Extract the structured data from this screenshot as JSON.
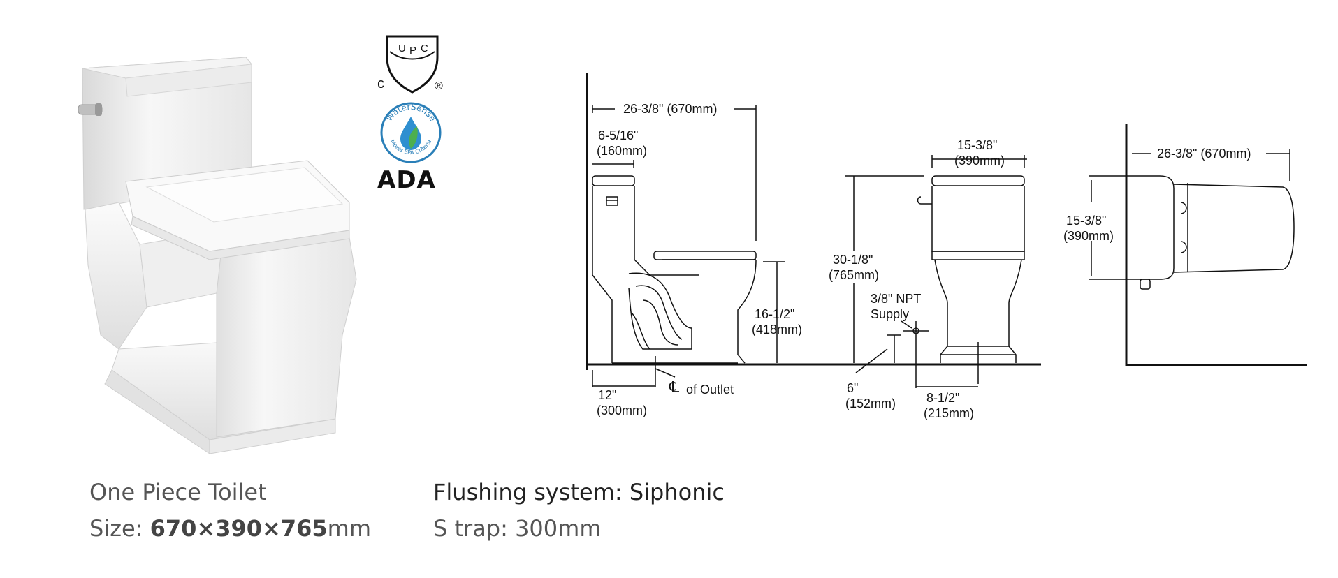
{
  "logos": {
    "upc": {
      "letters": [
        "U",
        "P",
        "C"
      ],
      "c_mark": "c",
      "registered": "®"
    },
    "watersense": {
      "top_text": "WaterSense",
      "bottom_text": "Meets EPA Criteria"
    },
    "ada": "ADA"
  },
  "side_view": {
    "overall_length": "26-3/8\" (670mm)",
    "tank_depth_in": "6-5/16\"",
    "tank_depth_mm": "(160mm)",
    "outlet_in": "12\"",
    "outlet_mm": "(300mm)",
    "outlet_label": "of Outlet",
    "centerline_symbol": "℄",
    "seat_height_in": "16-1/2\"",
    "seat_height_mm": "(418mm)"
  },
  "front_view": {
    "width_in": "15-3/8\"",
    "width_mm": "(390mm)",
    "height_in": "30-1/8\"",
    "height_mm": "(765mm)",
    "supply_line1": "3/8\" NPT",
    "supply_line2": "Supply",
    "supply_height_in": "6\"",
    "supply_height_mm": "(152mm)",
    "supply_offset_in": "8-1/2\"",
    "supply_offset_mm": "(215mm)"
  },
  "top_view": {
    "length": "26-3/8\" (670mm)",
    "width_in": "15-3/8\"",
    "width_mm": "(390mm)"
  },
  "captions": {
    "product": "One Piece Toilet",
    "size_label": "Size: ",
    "size_value": "670×390×765",
    "size_unit": "mm",
    "flushing": "Flushing system: Siphonic",
    "trap": "S trap: 300mm"
  }
}
